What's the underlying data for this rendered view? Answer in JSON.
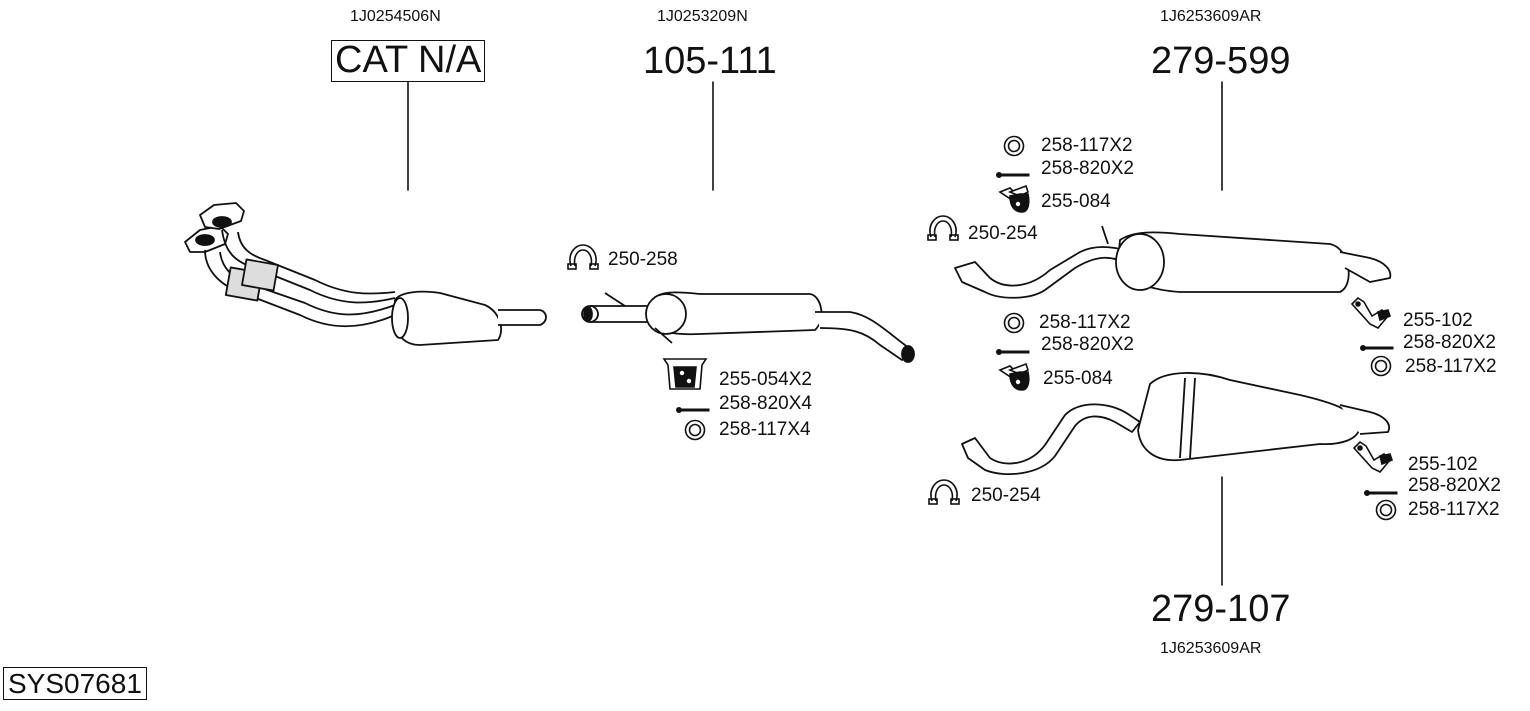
{
  "system_id": "SYS07681",
  "parts": [
    {
      "oem": "1J0254506N",
      "part_no": "CAT N/A",
      "component": "front-pipe-catalytic-converter"
    },
    {
      "oem": "1J0253209N",
      "part_no": "105-111",
      "component": "middle-silencer"
    },
    {
      "oem": "1J6253609AR",
      "part_no": "279-599",
      "component": "rear-silencer-upper"
    },
    {
      "oem": "1J6253609AR",
      "part_no": "279-107",
      "component": "rear-silencer-lower"
    }
  ],
  "accessories": {
    "middle": [
      {
        "icon": "clamp-icon",
        "label": "250-258"
      },
      {
        "icon": "rubber-mount-icon",
        "label": "255-054X2"
      },
      {
        "icon": "bolt-icon",
        "label": "258-820X4"
      },
      {
        "icon": "ring-gasket-icon",
        "label": "258-117X4"
      }
    ],
    "rear_upper_left": [
      {
        "icon": "ring-gasket-icon",
        "label": "258-117X2"
      },
      {
        "icon": "bolt-icon",
        "label": "258-820X2"
      },
      {
        "icon": "hanger-icon",
        "label": "255-084"
      },
      {
        "icon": "clamp-icon",
        "label": "250-254"
      }
    ],
    "rear_upper_right": [
      {
        "icon": "bracket-icon",
        "label": "255-102"
      },
      {
        "icon": "bolt-icon",
        "label": "258-820X2"
      },
      {
        "icon": "ring-gasket-icon",
        "label": "258-117X2"
      }
    ],
    "rear_lower_left": [
      {
        "icon": "ring-gasket-icon",
        "label": "258-117X2"
      },
      {
        "icon": "bolt-icon",
        "label": "258-820X2"
      },
      {
        "icon": "hanger-icon",
        "label": "255-084"
      },
      {
        "icon": "clamp-icon",
        "label": "250-254"
      }
    ],
    "rear_lower_right": [
      {
        "icon": "bracket-icon",
        "label": "255-102"
      },
      {
        "icon": "bolt-icon",
        "label": "258-820X2"
      },
      {
        "icon": "ring-gasket-icon",
        "label": "258-117X2"
      }
    ]
  }
}
